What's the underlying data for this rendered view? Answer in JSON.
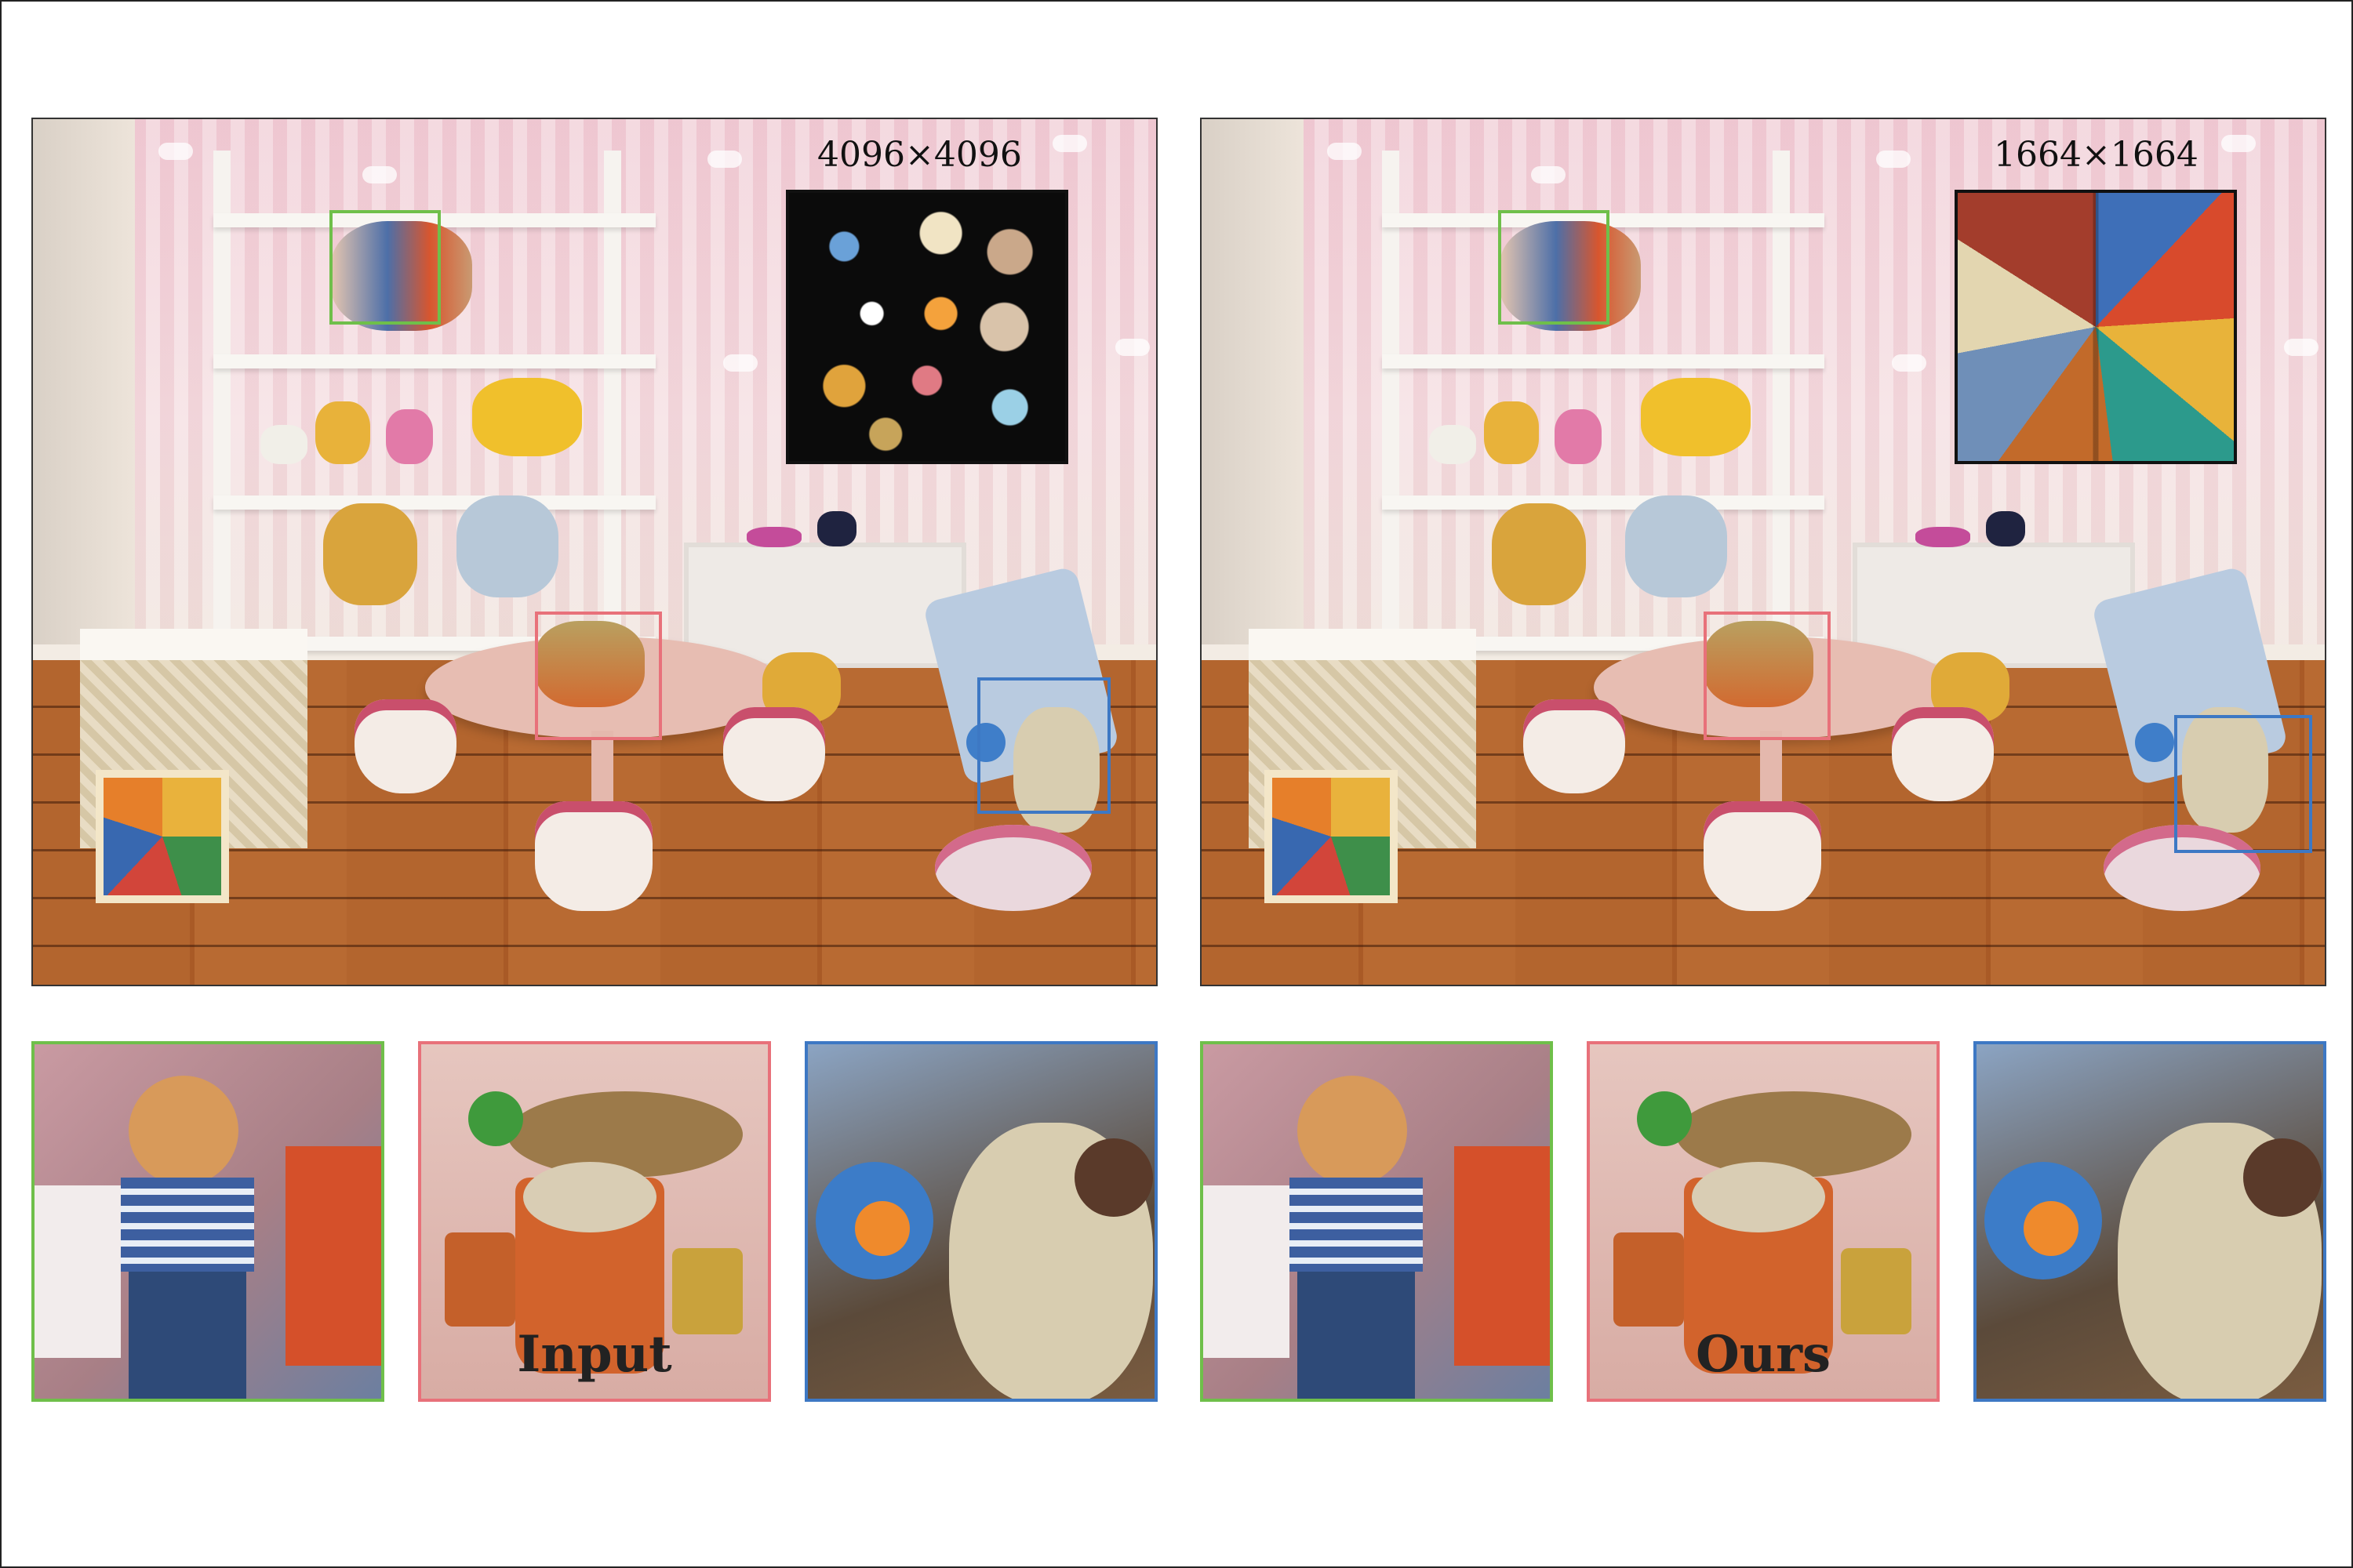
{
  "panels": [
    {
      "caption": "Input",
      "texture_resolution": "4096×4096"
    },
    {
      "caption": "Ours",
      "texture_resolution": "1664×1664"
    }
  ],
  "colors": {
    "highlight_green": "#6fbf4a",
    "highlight_red": "#e8717a",
    "highlight_blue": "#3d78c4"
  }
}
